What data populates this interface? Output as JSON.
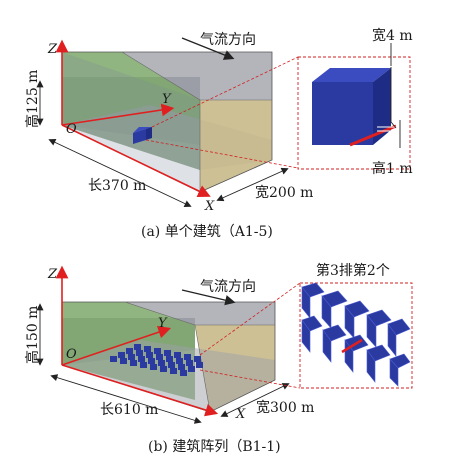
{
  "panel_a": {
    "axes": {
      "z": "Z",
      "y": "Y",
      "x": "X",
      "origin": "O"
    },
    "flow_label": "气流方向",
    "height_label": "高125 m",
    "length_label": "长370 m",
    "width_label": "宽200 m",
    "detail_width_label": "宽4 m",
    "detail_height_label": "高1 m",
    "caption": "(a) 单个建筑（A1-5)"
  },
  "panel_b": {
    "axes": {
      "z": "Z",
      "y": "Y",
      "x": "X",
      "origin": "O"
    },
    "flow_label": "气流方向",
    "height_label": "高150 m",
    "length_label": "长610 m",
    "width_label": "宽300 m",
    "detail_label": "第3排第2个",
    "caption": "(b) 建筑阵列（B1-1)"
  },
  "colors": {
    "side_wall": "#7da86a",
    "end_wall": "#c9b98a",
    "top_face": "#8f929a",
    "building": "#2a3aa0",
    "axis": "#e02020",
    "callout": "#d02020"
  }
}
